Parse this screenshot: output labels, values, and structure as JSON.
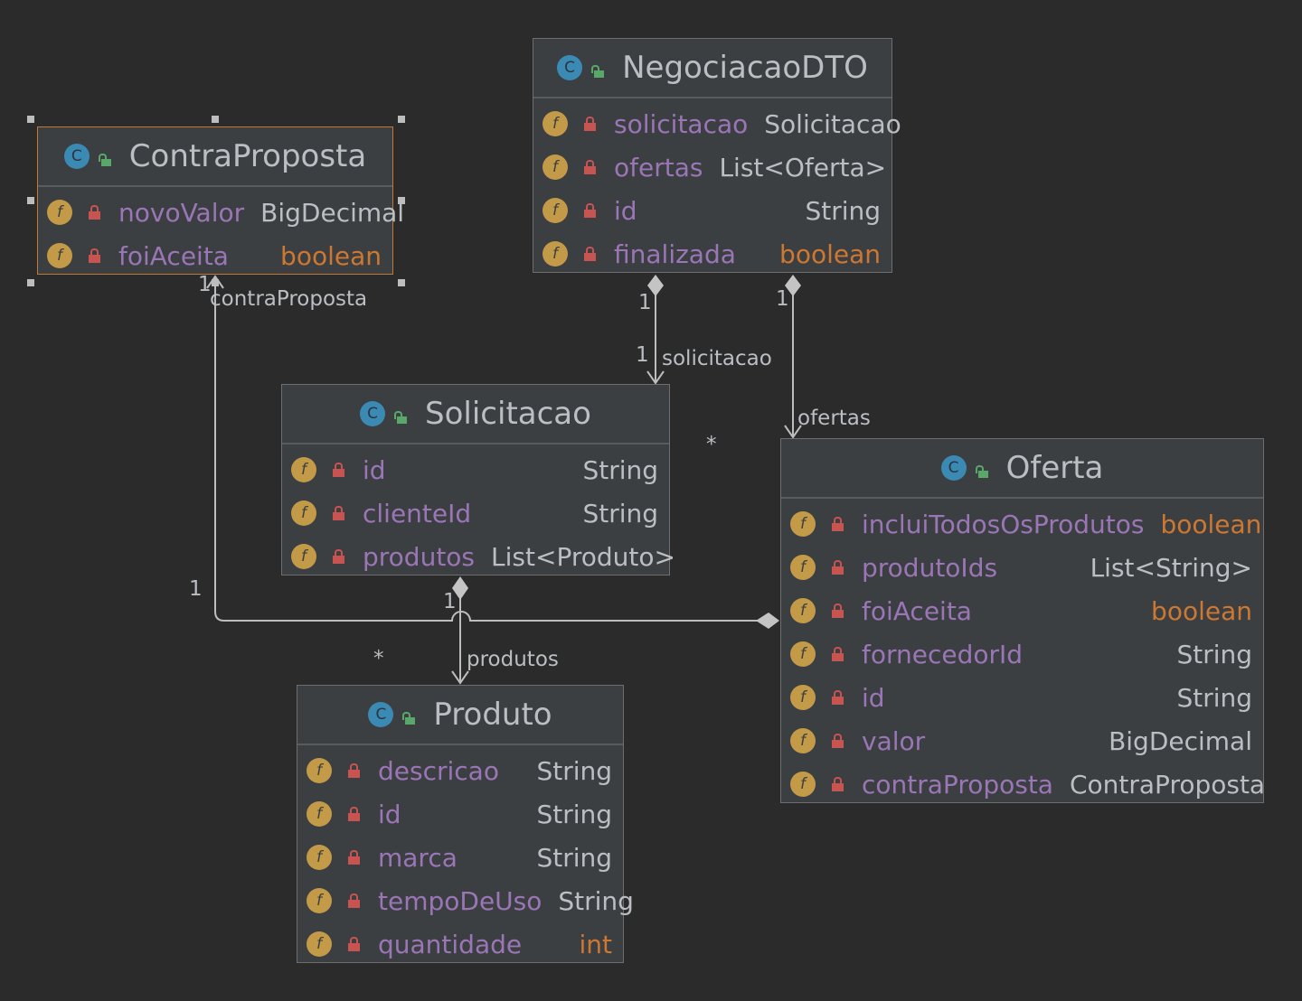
{
  "classes": {
    "negociacaodto": {
      "name": "NegociacaoDTO",
      "fields": [
        {
          "name": "solicitacao",
          "type": "Solicitacao",
          "primitive": false
        },
        {
          "name": "ofertas",
          "type": "List<Oferta>",
          "primitive": false
        },
        {
          "name": "id",
          "type": "String",
          "primitive": false
        },
        {
          "name": "finalizada",
          "type": "boolean",
          "primitive": true
        }
      ]
    },
    "contraproposta": {
      "name": "ContraProposta",
      "fields": [
        {
          "name": "novoValor",
          "type": "BigDecimal",
          "primitive": false
        },
        {
          "name": "foiAceita",
          "type": "boolean",
          "primitive": true
        }
      ]
    },
    "solicitacao": {
      "name": "Solicitacao",
      "fields": [
        {
          "name": "id",
          "type": "String",
          "primitive": false
        },
        {
          "name": "clienteId",
          "type": "String",
          "primitive": false
        },
        {
          "name": "produtos",
          "type": "List<Produto>",
          "primitive": false
        }
      ]
    },
    "oferta": {
      "name": "Oferta",
      "fields": [
        {
          "name": "incluiTodosOsProdutos",
          "type": "boolean",
          "primitive": true
        },
        {
          "name": "produtoIds",
          "type": "List<String>",
          "primitive": false
        },
        {
          "name": "foiAceita",
          "type": "boolean",
          "primitive": true
        },
        {
          "name": "fornecedorId",
          "type": "String",
          "primitive": false
        },
        {
          "name": "id",
          "type": "String",
          "primitive": false
        },
        {
          "name": "valor",
          "type": "BigDecimal",
          "primitive": false
        },
        {
          "name": "contraProposta",
          "type": "ContraProposta",
          "primitive": false
        }
      ]
    },
    "produto": {
      "name": "Produto",
      "fields": [
        {
          "name": "descricao",
          "type": "String",
          "primitive": false
        },
        {
          "name": "id",
          "type": "String",
          "primitive": false
        },
        {
          "name": "marca",
          "type": "String",
          "primitive": false
        },
        {
          "name": "tempoDeUso",
          "type": "String",
          "primitive": false
        },
        {
          "name": "quantidade",
          "type": "int",
          "primitive": true
        }
      ]
    }
  },
  "relations": {
    "negociacao_solicitacao": {
      "source_mult": "1",
      "target_mult": "1",
      "role": "solicitacao"
    },
    "negociacao_ofertas": {
      "source_mult": "1",
      "target_mult": "*",
      "role": "ofertas"
    },
    "oferta_contraproposta": {
      "source_mult": "1",
      "target_mult": "1",
      "role": "contraProposta"
    },
    "solicitacao_produtos": {
      "source_mult": "1",
      "target_mult": "*",
      "role": "produtos"
    }
  },
  "icons": {
    "class": "C",
    "field": "f"
  },
  "colors": {
    "background": "#2b2b2b",
    "class_fill": "#3c3f41",
    "field_name": "#9a76b6",
    "type_text": "#bbbec2",
    "primitive_type": "#cc7832",
    "selection": "#c07a33",
    "field_icon": "#c29a48",
    "class_icon": "#3b8ab4",
    "private_lock": "#c75450",
    "public_lock": "#59a869",
    "edge": "#bdbdbd"
  }
}
